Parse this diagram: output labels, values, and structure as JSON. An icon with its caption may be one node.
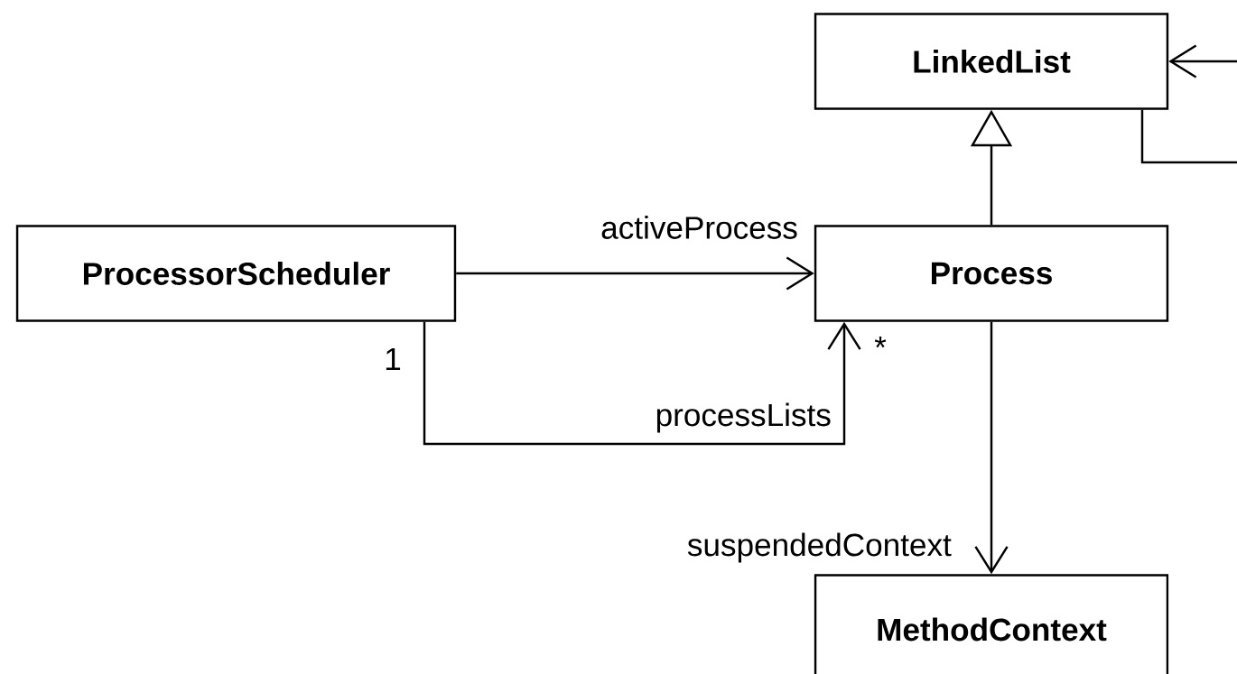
{
  "diagram": {
    "nodes": [
      {
        "text": [
          "LinkedList"
        ]
      },
      {
        "text": [
          "ProcessorScheduler"
        ]
      },
      {
        "text": [
          "Process"
        ]
      },
      {
        "text": [
          "MethodContext"
        ]
      }
    ],
    "edges": [
      {
        "from": 2,
        "to": 0,
        "arrow": "to"
      },
      {
        "from": 0,
        "to": 0,
        "arrow": "to"
      },
      {
        "from": 1,
        "to": 2,
        "arrow": "to",
        "label": "activeProcess"
      },
      {
        "from": 1,
        "to": 2,
        "arrow": "to",
        "label": "processLists"
      },
      {
        "from": 2,
        "to": 3,
        "arrow": "to",
        "label": "suspendedContext"
      }
    ],
    "labels": [
      "1",
      "*"
    ]
  }
}
